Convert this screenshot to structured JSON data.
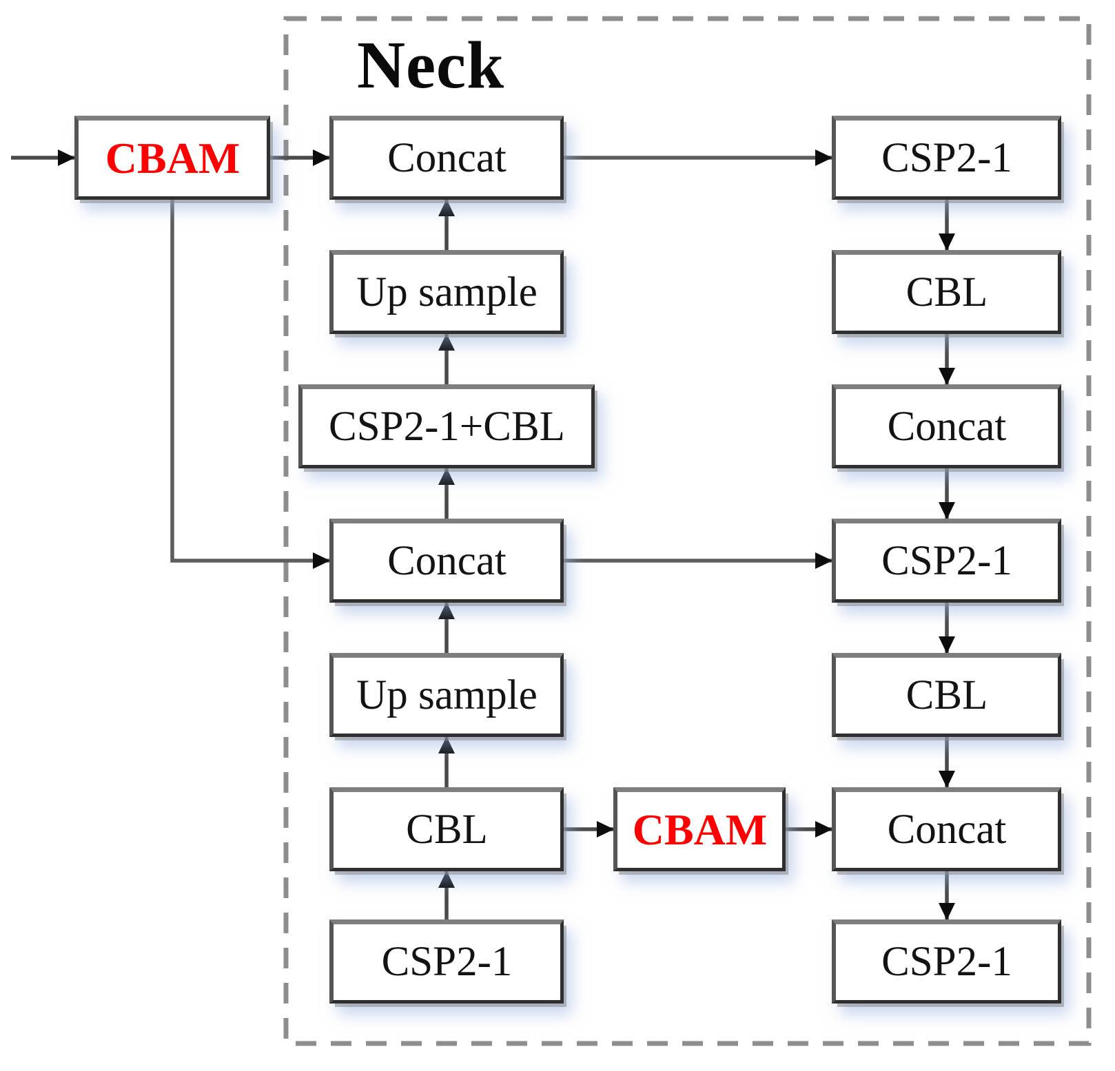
{
  "figure": {
    "title": "Neck",
    "colors": {
      "accent_text": "#ff0000",
      "box_text": "#131313",
      "box_border": "#2f2f2f",
      "box_bevel": "#7e7e7e",
      "dashed_border": "#8e8e8e",
      "arrow_line": "#4a4a4a",
      "arrow_head": "#0d0d0d",
      "background": "#ffffff"
    },
    "nodes": {
      "cbam_in": {
        "label": "CBAM",
        "accent": true,
        "region": "outside-neck"
      },
      "l1_concat": {
        "label": "Concat",
        "accent": false,
        "region": "neck"
      },
      "l2_upsample": {
        "label": "Up sample",
        "accent": false,
        "region": "neck"
      },
      "l3_csp_cbl": {
        "label": "CSP2-1+CBL",
        "accent": false,
        "region": "neck"
      },
      "l4_concat": {
        "label": "Concat",
        "accent": false,
        "region": "neck"
      },
      "l5_upsample": {
        "label": "Up sample",
        "accent": false,
        "region": "neck"
      },
      "l6_cbl": {
        "label": "CBL",
        "accent": false,
        "region": "neck"
      },
      "l7_csp": {
        "label": "CSP2-1",
        "accent": false,
        "region": "neck"
      },
      "cbam_mid": {
        "label": "CBAM",
        "accent": true,
        "region": "neck"
      },
      "r1_csp": {
        "label": "CSP2-1",
        "accent": false,
        "region": "neck"
      },
      "r2_cbl": {
        "label": "CBL",
        "accent": false,
        "region": "neck"
      },
      "r3_concat": {
        "label": "Concat",
        "accent": false,
        "region": "neck"
      },
      "r4_csp": {
        "label": "CSP2-1",
        "accent": false,
        "region": "neck"
      },
      "r5_cbl": {
        "label": "CBL",
        "accent": false,
        "region": "neck"
      },
      "r6_concat": {
        "label": "Concat",
        "accent": false,
        "region": "neck"
      },
      "r7_csp": {
        "label": "CSP2-1",
        "accent": false,
        "region": "neck"
      }
    },
    "edges": [
      {
        "from": "input",
        "to": "cbam_in"
      },
      {
        "from": "cbam_in",
        "to": "l1_concat"
      },
      {
        "from": "cbam_in",
        "to": "l4_concat"
      },
      {
        "from": "l1_concat",
        "to": "r1_csp"
      },
      {
        "from": "l2_upsample",
        "to": "l1_concat"
      },
      {
        "from": "l3_csp_cbl",
        "to": "l2_upsample"
      },
      {
        "from": "l4_concat",
        "to": "l3_csp_cbl"
      },
      {
        "from": "l5_upsample",
        "to": "l4_concat"
      },
      {
        "from": "l6_cbl",
        "to": "l5_upsample"
      },
      {
        "from": "l7_csp",
        "to": "l6_cbl"
      },
      {
        "from": "l4_concat",
        "to": "r4_csp"
      },
      {
        "from": "l6_cbl",
        "to": "cbam_mid"
      },
      {
        "from": "cbam_mid",
        "to": "r6_concat"
      },
      {
        "from": "r1_csp",
        "to": "r2_cbl"
      },
      {
        "from": "r2_cbl",
        "to": "r3_concat"
      },
      {
        "from": "r3_concat",
        "to": "r4_csp"
      },
      {
        "from": "r4_csp",
        "to": "r5_cbl"
      },
      {
        "from": "r5_cbl",
        "to": "r6_concat"
      },
      {
        "from": "r6_concat",
        "to": "r7_csp"
      }
    ]
  }
}
